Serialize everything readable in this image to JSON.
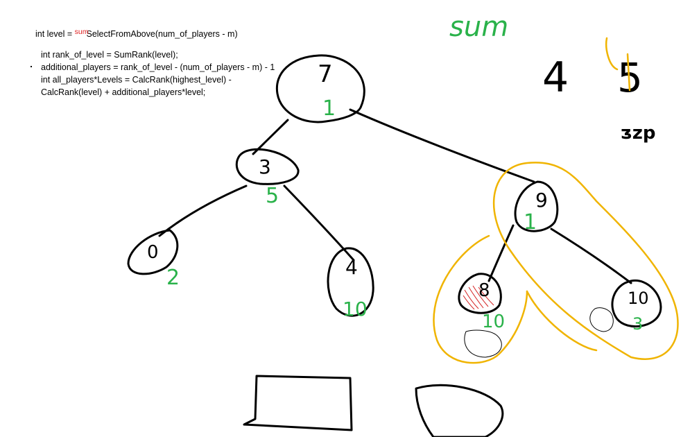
{
  "code": {
    "line1_prefix": "int level = ",
    "line1_red": "sum",
    "line1_suffix": "SelectFromAbove(num_of_players - m)",
    "line2": "int rank_of_level = SumRank(level);",
    "line3": "additional_players = rank_of_level - (num_of_players - m) - 1",
    "line4": "int all_players*Levels = CalcRank(highest_level) -",
    "line5": "CalcRank(level) + additional_players*level;"
  },
  "annotations": {
    "sum_label": "sum",
    "num_4": "4",
    "num_5": "5",
    "scribble": "ᴣᴢp"
  },
  "tree": {
    "nodes": [
      {
        "id": "root",
        "key": "7",
        "rank": "1"
      },
      {
        "id": "left",
        "key": "3",
        "rank": "5"
      },
      {
        "id": "left-left",
        "key": "0",
        "rank": "2"
      },
      {
        "id": "left-right",
        "key": "4",
        "rank": "10"
      },
      {
        "id": "right",
        "key": "9",
        "rank": "1"
      },
      {
        "id": "right-left",
        "key": "8",
        "rank": "10"
      },
      {
        "id": "right-right",
        "key": "10",
        "rank": "3"
      }
    ]
  },
  "colors": {
    "ink": "#000000",
    "rank_green": "#2ab24a",
    "highlight_yellow": "#f0b400",
    "code_red": "#e02020"
  }
}
